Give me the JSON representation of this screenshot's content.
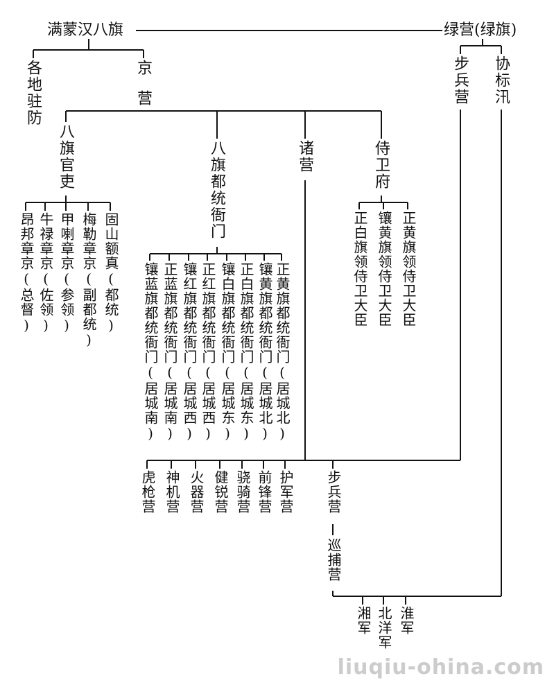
{
  "top": {
    "left_title": "满蒙汉八旗",
    "right_title": "绿营(绿旗)"
  },
  "banner": {
    "garrison": "各地驻防",
    "capital": "京营"
  },
  "capital_branches": {
    "officials": "八旗官吏",
    "commanders": "八旗都统衙门",
    "camps": "诸营",
    "guards": "侍卫府"
  },
  "officials": [
    "昂邦章京(总督)",
    "牛禄章京(佐领)",
    "甲喇章京(参领)",
    "梅勒章京(副都统)",
    "固山额真(都统)"
  ],
  "commanders": [
    "镶蓝旗都统衙门(居城南)",
    "正蓝旗都统衙门(居城南)",
    "镶红旗都统衙门(居城西)",
    "正红旗都统衙门(居城西)",
    "镶白旗都统衙门(居城东)",
    "正白旗都统衙门(居城东)",
    "镶黄旗都统衙门(居城北)",
    "正黄旗都统衙门(居城北)"
  ],
  "guards": [
    "正白旗领侍卫大臣",
    "镶黄旗领侍卫大臣",
    "正黄旗领侍卫大臣"
  ],
  "camps": [
    "虎枪营",
    "神机营",
    "火器营",
    "健锐营",
    "骁骑营",
    "前锋营",
    "护军营"
  ],
  "green": {
    "infantry": "步兵营",
    "xiebiao": "协标汛"
  },
  "patrol": {
    "infantry": "步兵营",
    "patrol": "巡捕营"
  },
  "later": [
    "湘军",
    "北洋军",
    "淮军"
  ],
  "watermark": "liuqiu-ohina.com"
}
